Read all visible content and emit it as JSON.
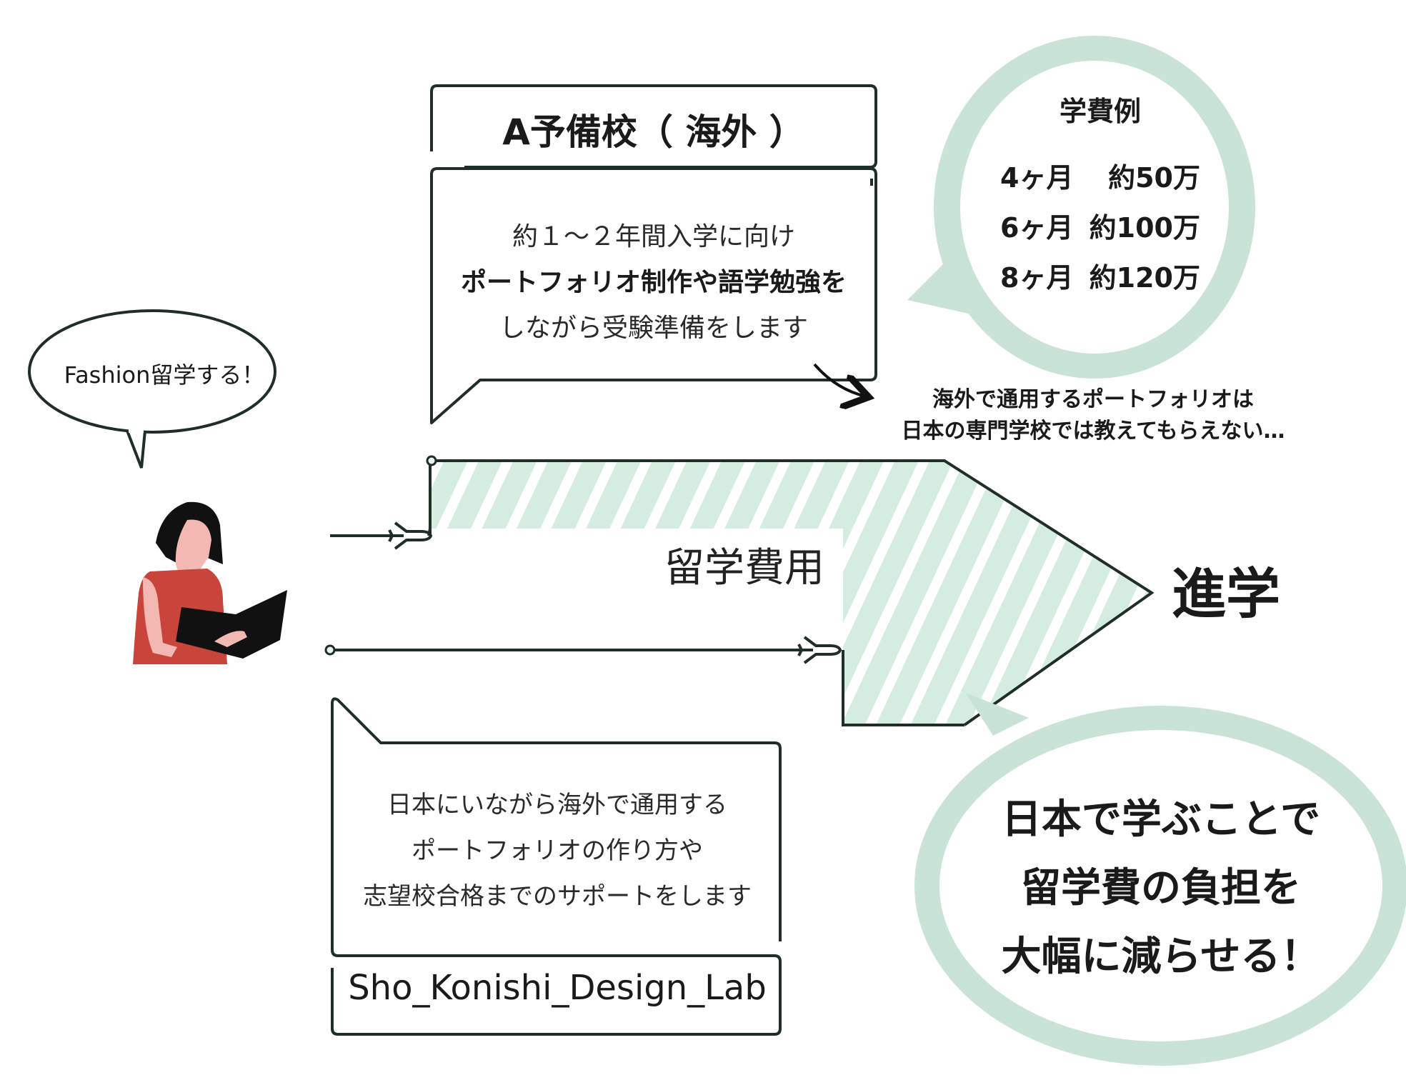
{
  "speech_bubble": {
    "text": "Fashion留学する！"
  },
  "school_a": {
    "title": "A予備校（ 海外 ）",
    "lines": [
      "約１～２年間入学に向け",
      "ポートフォリオ制作や語学勉強を",
      "しながら受験準備をします"
    ]
  },
  "tuition_examples": {
    "title": "学費例",
    "rows": [
      {
        "duration": "4ヶ月",
        "cost": "約50万"
      },
      {
        "duration": "6ヶ月",
        "cost": "約100万"
      },
      {
        "duration": "8ヶ月",
        "cost": "約120万"
      }
    ]
  },
  "note": {
    "lines": [
      "海外で通用するポートフォリオは",
      "日本の専門学校では教えてもらえない…"
    ]
  },
  "arrow": {
    "label": "留学費用",
    "goal": "進学"
  },
  "lab": {
    "lines": [
      "日本にいながら海外で通用する",
      "ポートフォリオの作り方や",
      "志望校合格までのサポートをします"
    ],
    "name": "Sho_Konishi_Design_Lab"
  },
  "conclusion": {
    "lines": [
      "日本で学ぶことで",
      "留学費の負担を",
      "大幅に減らせる！"
    ]
  },
  "colors": {
    "line": "#1f2e27",
    "mint": "#c9e3d6",
    "mint_stripe": "#d4ede0",
    "dress": "#c9443a",
    "skin": "#f4b8b2"
  }
}
